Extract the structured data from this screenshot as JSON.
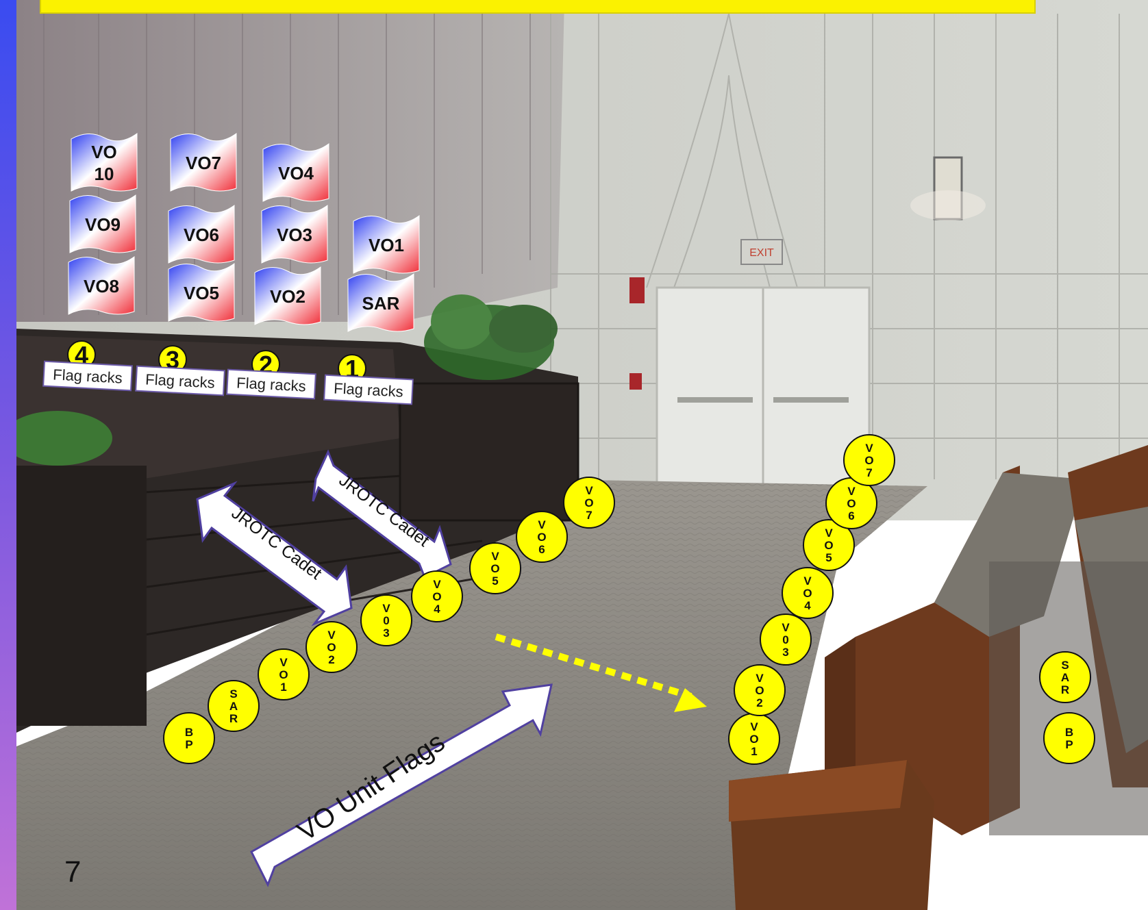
{
  "page_number": "7",
  "flags": [
    {
      "id": "vo10",
      "lines": [
        "VO",
        "10"
      ]
    },
    {
      "id": "vo9",
      "lines": [
        "VO9"
      ]
    },
    {
      "id": "vo8",
      "lines": [
        "VO8"
      ]
    },
    {
      "id": "vo7",
      "lines": [
        "VO7"
      ]
    },
    {
      "id": "vo6",
      "lines": [
        "VO6"
      ]
    },
    {
      "id": "vo5",
      "lines": [
        "VO5"
      ]
    },
    {
      "id": "vo4",
      "lines": [
        "VO4"
      ]
    },
    {
      "id": "vo3",
      "lines": [
        "VO3"
      ]
    },
    {
      "id": "vo2",
      "lines": [
        "VO2"
      ]
    },
    {
      "id": "vo1",
      "lines": [
        "VO1"
      ]
    },
    {
      "id": "sar",
      "lines": [
        "SAR"
      ]
    }
  ],
  "racks": [
    {
      "number": "4",
      "label": "Flag racks"
    },
    {
      "number": "3",
      "label": "Flag racks"
    },
    {
      "number": "2",
      "label": "Flag racks"
    },
    {
      "number": "1",
      "label": "Flag racks"
    }
  ],
  "arrows": {
    "cadet_1": "JROTC Cadet",
    "cadet_2": "JROTC Cadet",
    "unit_flags": "VO Unit Flags"
  },
  "exit_sign": "EXIT",
  "markers_left": [
    {
      "id": "bp",
      "lines": [
        "B",
        "P"
      ]
    },
    {
      "id": "sar",
      "lines": [
        "S",
        "A",
        "R"
      ]
    },
    {
      "id": "vo1",
      "lines": [
        "V",
        "O",
        "1"
      ]
    },
    {
      "id": "vo2",
      "lines": [
        "V",
        "O",
        "2"
      ]
    },
    {
      "id": "vo3",
      "lines": [
        "V",
        "0",
        "3"
      ]
    },
    {
      "id": "vo4",
      "lines": [
        "V",
        "O",
        "4"
      ]
    },
    {
      "id": "vo5",
      "lines": [
        "V",
        "O",
        "5"
      ]
    },
    {
      "id": "vo6",
      "lines": [
        "V",
        "O",
        "6"
      ]
    },
    {
      "id": "vo7",
      "lines": [
        "V",
        "O",
        "7"
      ]
    }
  ],
  "markers_right": [
    {
      "id": "vo1",
      "lines": [
        "V",
        "O",
        "1"
      ]
    },
    {
      "id": "vo2",
      "lines": [
        "V",
        "O",
        "2"
      ]
    },
    {
      "id": "vo3",
      "lines": [
        "V",
        "0",
        "3"
      ]
    },
    {
      "id": "vo4",
      "lines": [
        "V",
        "O",
        "4"
      ]
    },
    {
      "id": "vo5",
      "lines": [
        "V",
        "O",
        "5"
      ]
    },
    {
      "id": "vo6",
      "lines": [
        "V",
        "O",
        "6"
      ]
    },
    {
      "id": "vo7",
      "lines": [
        "V",
        "O",
        "7"
      ]
    }
  ],
  "markers_far": [
    {
      "id": "sar",
      "lines": [
        "S",
        "A",
        "R"
      ]
    },
    {
      "id": "bp",
      "lines": [
        "B",
        "P"
      ]
    }
  ],
  "colors": {
    "marker_fill": "#ffff00",
    "banner": "#fbf200",
    "flag_blue": "#2f3ff0",
    "flag_red": "#f0303a",
    "wall": "#c9c9c4",
    "carpet": "#8e8b85",
    "stage": "#2b2624",
    "pew_wood": "#6e3a1e"
  }
}
